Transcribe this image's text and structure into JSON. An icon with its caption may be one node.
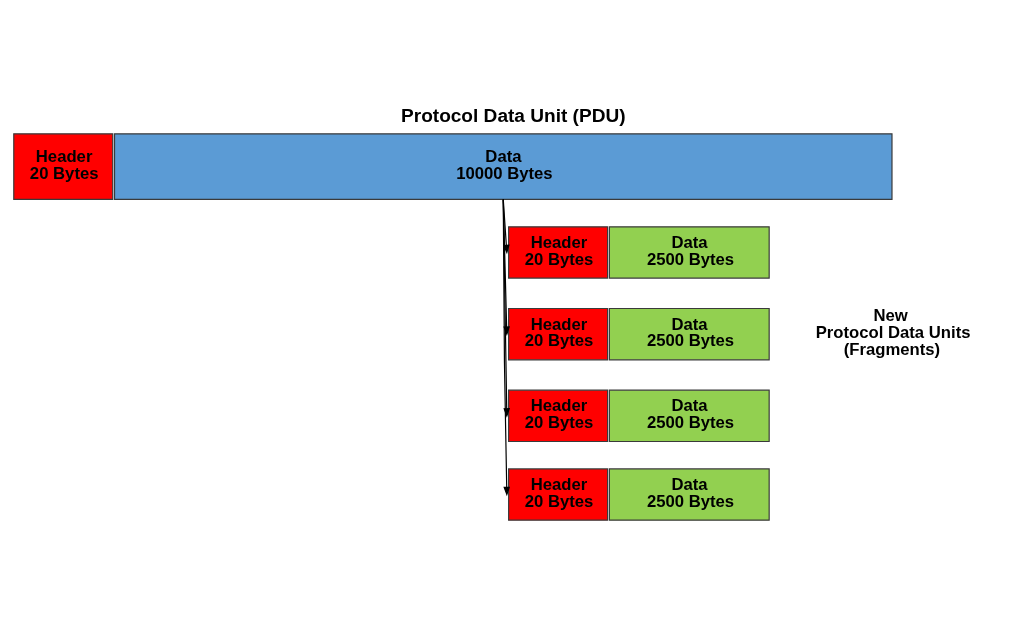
{
  "diagram": {
    "title": "Protocol Data Unit (PDU)",
    "nodes": [
      {
        "text": [
          "Header 20 Bytes"
        ]
      },
      {
        "text": [
          "Data 10000 Bytes"
        ]
      },
      {
        "text": [
          "Header 20 Bytes"
        ]
      },
      {
        "text": [
          "Data 2500 Bytes"
        ]
      },
      {
        "text": [
          "Header 20 Bytes"
        ]
      },
      {
        "text": [
          "Data 2500 Bytes"
        ]
      },
      {
        "text": [
          "Header 20 Bytes"
        ]
      },
      {
        "text": [
          "Data 2500 Bytes"
        ]
      },
      {
        "text": [
          "Header 20 Bytes"
        ]
      },
      {
        "text": [
          "Data 2500 Bytes"
        ]
      }
    ],
    "edges": [
      {
        "from": 1,
        "to": 2,
        "arrow": "to"
      },
      {
        "from": 1,
        "to": 4,
        "arrow": "to"
      },
      {
        "from": 1,
        "to": 6,
        "arrow": "to"
      },
      {
        "from": 1,
        "to": 8,
        "arrow": "to"
      }
    ],
    "labels": [
      "New Protocol Data Units (Fragments)"
    ]
  }
}
